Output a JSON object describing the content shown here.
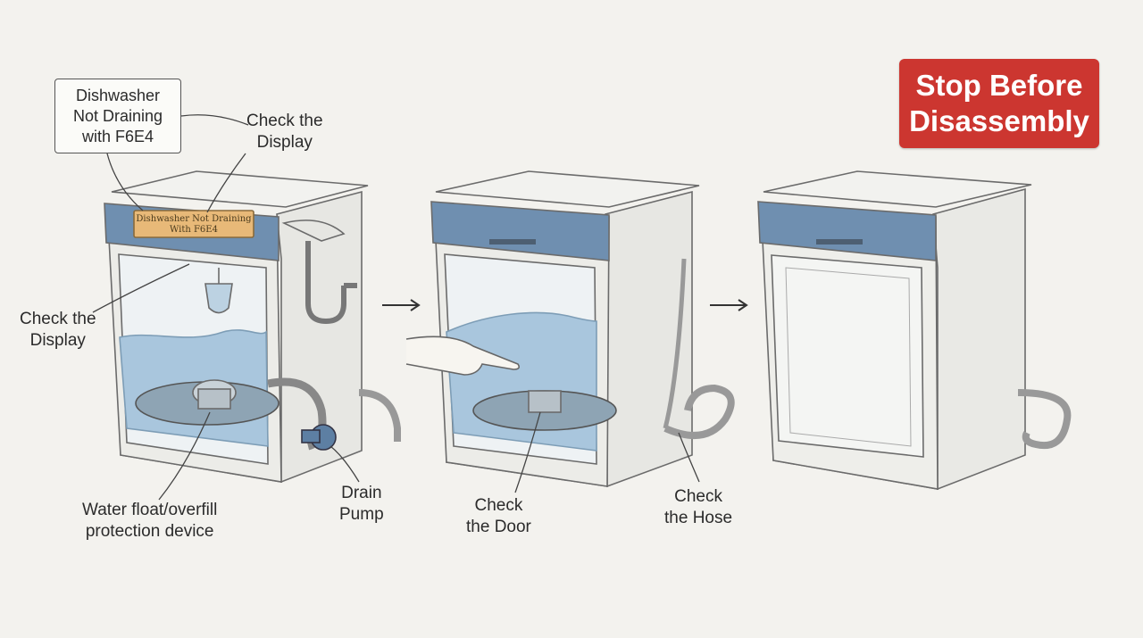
{
  "callout": {
    "line1": "Dishwasher",
    "line2": "Not Draining",
    "line3": "with F6E4"
  },
  "stop": {
    "line1": "Stop Before",
    "line2": "Disassembly"
  },
  "display": {
    "line1": "Dishwasher Not Draining",
    "line2": "With F6E4"
  },
  "labels": {
    "check_display_top_1": "Check the",
    "check_display_top_2": "Display",
    "check_display_left_1": "Check the",
    "check_display_left_2": "Display",
    "water_float_1": "Water float/overfill",
    "water_float_2": "protection device",
    "drain_pump_1": "Drain",
    "drain_pump_2": "Pump",
    "check_door_1": "Check",
    "check_door_2": "the Door",
    "check_hose_1": "Check",
    "check_hose_2": "the Hose"
  },
  "colors": {
    "stop_badge": "#cc3630",
    "panel_blue": "#6f8fb0",
    "water_blue": "#a9c6dd",
    "display_amber": "#e8b978"
  }
}
